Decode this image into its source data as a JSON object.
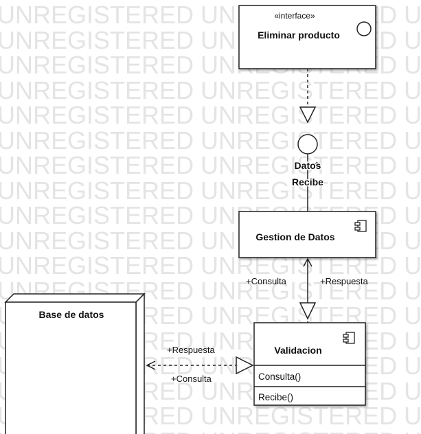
{
  "watermark": {
    "text": "UNREGISTERED UNREGISTERED UNREGISTERED UNREGISTERED"
  },
  "interface_box": {
    "stereotype": "«interface»",
    "name": "Eliminar producto"
  },
  "lollipop": {
    "label_line1": "Datos",
    "label_line2": "Recibe"
  },
  "gestion": {
    "name": "Gestion de Datos"
  },
  "link_gestion_validacion": {
    "left_label": "+Consulta",
    "right_label": "+Respuesta"
  },
  "base_de_datos": {
    "name": "Base de datos"
  },
  "link_validacion_base": {
    "top_label": "+Respuesta",
    "bottom_label": "+Consulta"
  },
  "validacion": {
    "name": "Validacion",
    "operations": [
      "Consulta()",
      "Recibe()"
    ]
  },
  "colors": {
    "stroke": "#222222",
    "watermark": "#e4e4e4",
    "background": "#ffffff"
  }
}
